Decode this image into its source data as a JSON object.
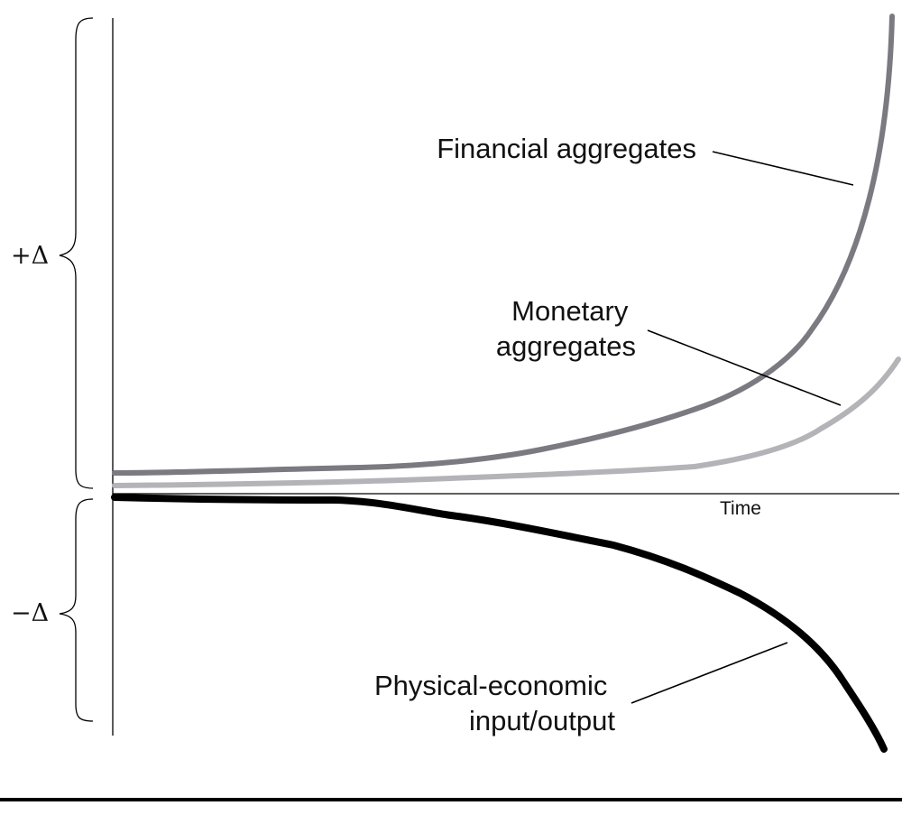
{
  "diagram": {
    "axis": {
      "x_label": "Time",
      "positive_label": "+Δ",
      "negative_label": "−Δ"
    },
    "curves": [
      {
        "id": "financial",
        "label_lines": [
          "Financial aggregates"
        ],
        "color": "#7a7a80"
      },
      {
        "id": "monetary",
        "label_lines": [
          "Monetary",
          "aggregates"
        ],
        "color": "#b3b3b8"
      },
      {
        "id": "physical",
        "label_lines": [
          "Physical-economic",
          "input/output"
        ],
        "color": "#000000"
      }
    ],
    "colors": {
      "axis": "#000000",
      "leader": "#000000",
      "bottom_rule": "#000000"
    }
  }
}
